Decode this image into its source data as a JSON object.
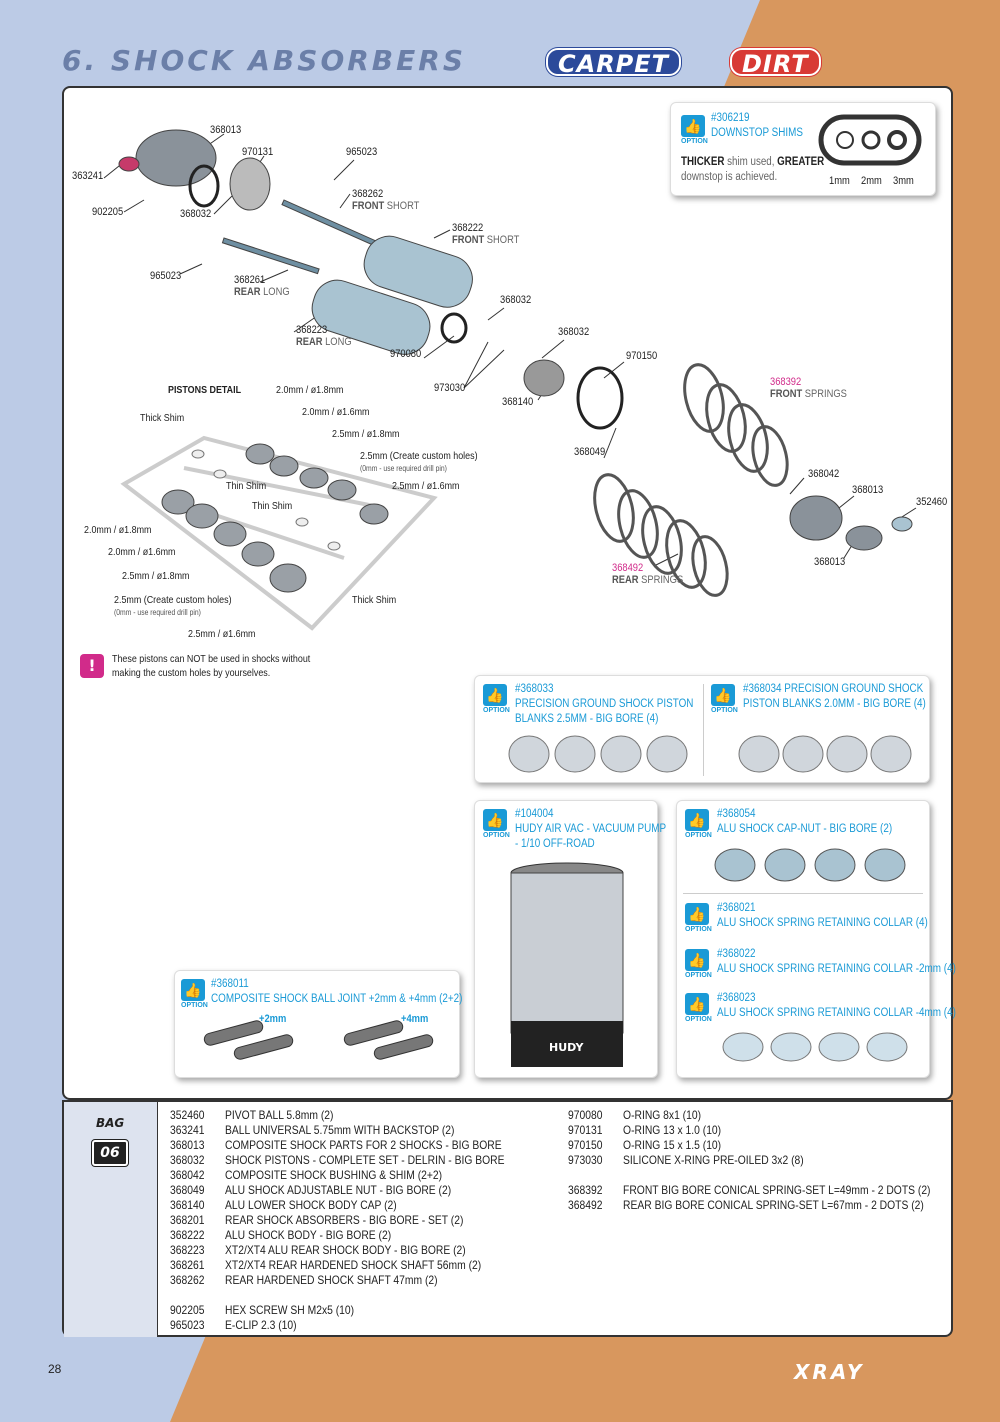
{
  "header": {
    "title": "6. SHOCK ABSORBERS",
    "carpet": "CARPET",
    "dirt": "DIRT"
  },
  "colors": {
    "blue_bg": "#bccbe6",
    "orange_bg": "#d8975e",
    "option_blue": "#1a9ad6",
    "pink": "#d12b8a",
    "carpet": "#2c4a9a",
    "dirt": "#d83a35"
  },
  "parts": {
    "p368013a": "368013",
    "p970131": "970131",
    "p965023a": "965023",
    "p363241": "363241",
    "p902205": "902205",
    "p368032a": "368032",
    "p368262": "368262",
    "front": "FRONT",
    "short": "SHORT",
    "p368222": "368222",
    "p965023b": "965023",
    "p368261": "368261",
    "rear": "REAR",
    "long": "LONG",
    "p368223": "368223",
    "p368032b": "368032",
    "p970080": "970080",
    "p368032c": "368032",
    "p973030": "973030",
    "p368140": "368140",
    "p970150": "970150",
    "p368392": "368392",
    "springs": "SPRINGS",
    "p368049": "368049",
    "p368042": "368042",
    "p368013b": "368013",
    "p352460": "352460",
    "p368013c": "368013",
    "p368492": "368492"
  },
  "pistons": {
    "title": "PISTONS DETAIL",
    "thick_shim": "Thick Shim",
    "thin_shim": "Thin Shim",
    "l20_18": "2.0mm / ø1.8mm",
    "l20_16": "2.0mm / ø1.6mm",
    "l25_18": "2.5mm / ø1.8mm",
    "l25_16": "2.5mm / ø1.6mm",
    "l25": "2.5mm",
    "custom": "(Create custom holes)",
    "drill": "(0mm - use required drill pin)",
    "warning": [
      "These pistons can NOT be used in shocks without",
      "making the custom holes by yourselves."
    ]
  },
  "options": {
    "option_text": "OPTION",
    "shims": {
      "code": "#306219",
      "title": "DOWNSTOP SHIMS",
      "desc_a": "THICKER",
      "desc_b": " shim used, ",
      "desc_c": "GREATER",
      "desc_d": "downstop is achieved.",
      "s1": "1mm",
      "s2": "2mm",
      "s3": "3mm"
    },
    "blank25": {
      "code": "#368033",
      "line1": "PRECISION GROUND SHOCK PISTON",
      "line2": "BLANKS 2.5MM - BIG BORE (4)"
    },
    "blank20": {
      "code": "#368034 PRECISION GROUND SHOCK",
      "line2": "PISTON BLANKS 2.0MM - BIG BORE (4)"
    },
    "vac": {
      "code": "#104004",
      "line1": "HUDY AIR VAC - VACUUM PUMP",
      "line2": "- 1/10 OFF-ROAD",
      "brand": "HUDY"
    },
    "capnut": {
      "code": "#368054",
      "title": "ALU SHOCK CAP-NUT - BIG BORE (2)"
    },
    "collar": {
      "code": "#368021",
      "title": "ALU SHOCK SPRING RETAINING COLLAR (4)"
    },
    "collar2": {
      "code": "#368022",
      "title": "ALU SHOCK SPRING RETAINING COLLAR -2mm (4)"
    },
    "collar4": {
      "code": "#368023",
      "title": "ALU SHOCK SPRING RETAINING COLLAR -4mm (4)"
    },
    "balljoint": {
      "code": "#368011",
      "title": "COMPOSITE SHOCK BALL JOINT +2mm & +4mm (2+2)",
      "p2": "+2mm",
      "p4": "+4mm"
    }
  },
  "bag": {
    "label": "BAG",
    "number": "06",
    "left": [
      [
        "352460",
        "PIVOT BALL 5.8mm (2)"
      ],
      [
        "363241",
        "BALL UNIVERSAL 5.75mm WITH BACKSTOP (2)"
      ],
      [
        "368013",
        "COMPOSITE SHOCK PARTS FOR 2 SHOCKS - BIG BORE"
      ],
      [
        "368032",
        "SHOCK PISTONS - COMPLETE SET - DELRIN - BIG BORE"
      ],
      [
        "368042",
        "COMPOSITE SHOCK BUSHING & SHIM (2+2)"
      ],
      [
        "368049",
        "ALU SHOCK ADJUSTABLE NUT - BIG BORE (2)"
      ],
      [
        "368140",
        "ALU LOWER SHOCK BODY CAP (2)"
      ],
      [
        "368201",
        "REAR SHOCK ABSORBERS - BIG BORE - SET (2)"
      ],
      [
        "368222",
        "ALU SHOCK BODY - BIG BORE (2)"
      ],
      [
        "368223",
        "XT2/XT4 ALU REAR SHOCK BODY - BIG BORE (2)"
      ],
      [
        "368261",
        "XT2/XT4 REAR HARDENED SHOCK SHAFT 56mm (2)"
      ],
      [
        "368262",
        "REAR HARDENED SHOCK SHAFT 47mm (2)"
      ],
      [
        "902205",
        "HEX SCREW  SH M2x5  (10)"
      ],
      [
        "965023",
        "E-CLIP 2.3  (10)"
      ]
    ],
    "right": [
      [
        "970080",
        "O-RING 8x1  (10)"
      ],
      [
        "970131",
        "O-RING 13 x 1.0  (10)"
      ],
      [
        "970150",
        "O-RING 15 x 1.5  (10)"
      ],
      [
        "973030",
        "SILICONE X-RING PRE-OILED 3x2  (8)"
      ],
      [
        "368392",
        "FRONT BIG BORE CONICAL SPRING-SET L=49mm - 2 DOTS (2)"
      ],
      [
        "368492",
        "REAR BIG BORE CONICAL SPRING-SET L=67mm - 2 DOTS (2)"
      ]
    ]
  },
  "footer": {
    "page": "28",
    "logo": "XRAY"
  }
}
